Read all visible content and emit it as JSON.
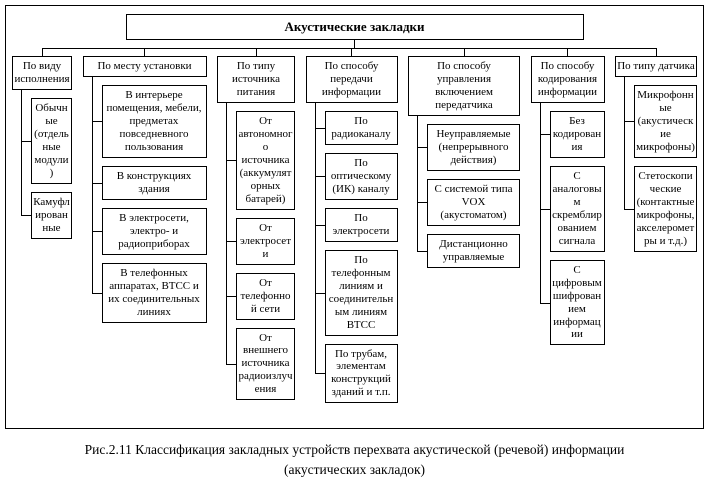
{
  "root_label": "Акустические закладки",
  "columns": [
    {
      "header": "По виду исполнения",
      "items": [
        "Обычные (отдельные модули)",
        "Камуфлированные"
      ]
    },
    {
      "header": "По месту установки",
      "items": [
        "В интерьере помещения, мебели, предметах повседневного пользования",
        "В конструкциях здания",
        "В электросети, электро- и радиоприборах",
        "В телефонных аппаратах, ВТСС и их соединительных линиях"
      ]
    },
    {
      "header": "По типу источника питания",
      "items": [
        "От автономного источника (аккумуляторных батарей)",
        "От электросети",
        "От телефонной сети",
        "От внешнего источника радиоизлучения"
      ]
    },
    {
      "header": "По способу передачи информации",
      "items": [
        "По радиоканалу",
        "По оптическому (ИК) каналу",
        "По электросети",
        "По телефонным линиям и соединительным линиям ВТСС",
        "По трубам, элементам конструкций зданий и т.п."
      ]
    },
    {
      "header": "По способу управления включением передатчика",
      "items": [
        "Неуправляемые (непрерывного действия)",
        "С системой типа VOX (акустоматом)",
        "Дистанционно управляемые"
      ]
    },
    {
      "header": "По способу кодирования информации",
      "items": [
        "Без кодирования",
        "С аналоговым скремблированием сигнала",
        "С цифровым шифрованием информации"
      ]
    },
    {
      "header": "По типу датчика",
      "items": [
        "Микрофонные (акустические микрофоны)",
        "Стетоскопические (контактные микрофоны, акселерометры и т.д.)"
      ]
    }
  ],
  "caption": {
    "line1": "Рис.2.11 Классификация закладных устройств перехвата акустической (речевой) информации",
    "line2": "(акустических закладок)"
  }
}
